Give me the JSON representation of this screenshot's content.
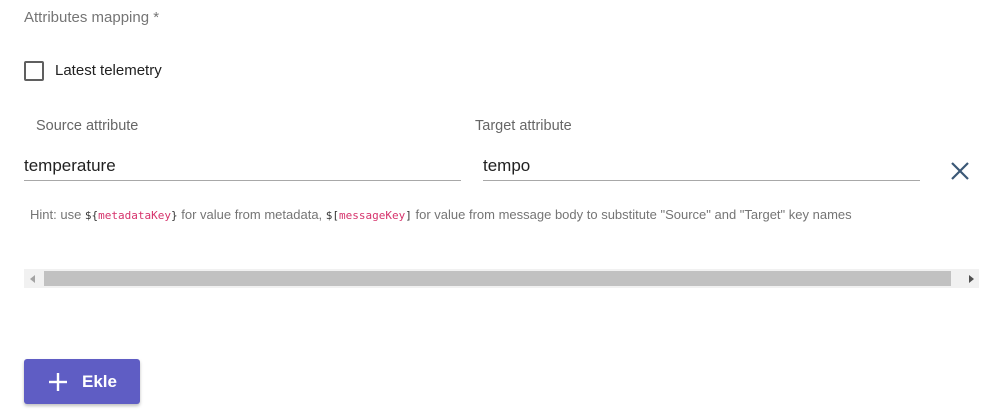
{
  "section": {
    "title": "Attributes mapping *"
  },
  "checkbox": {
    "label": "Latest telemetry",
    "checked": false
  },
  "mapping": {
    "source_label": "Source attribute",
    "source_value": "temperature",
    "target_label": "Target attribute",
    "target_value": "tempo",
    "remove_icon": "close-icon"
  },
  "hint": {
    "prefix": "Hint: use ",
    "meta_open": "${",
    "meta_key": "metadataKey",
    "meta_close": "}",
    "middle": " for value from metadata, ",
    "msg_open": "$[",
    "msg_key": "messageKey",
    "msg_close": "]",
    "suffix": " for value from message body to substitute \"Source\" and \"Target\" key names"
  },
  "add_button": {
    "label": "Ekle",
    "icon": "plus-icon"
  },
  "colors": {
    "accent": "#5f5dc4",
    "code_key": "#d6336c",
    "close_icon": "#3b5876"
  }
}
